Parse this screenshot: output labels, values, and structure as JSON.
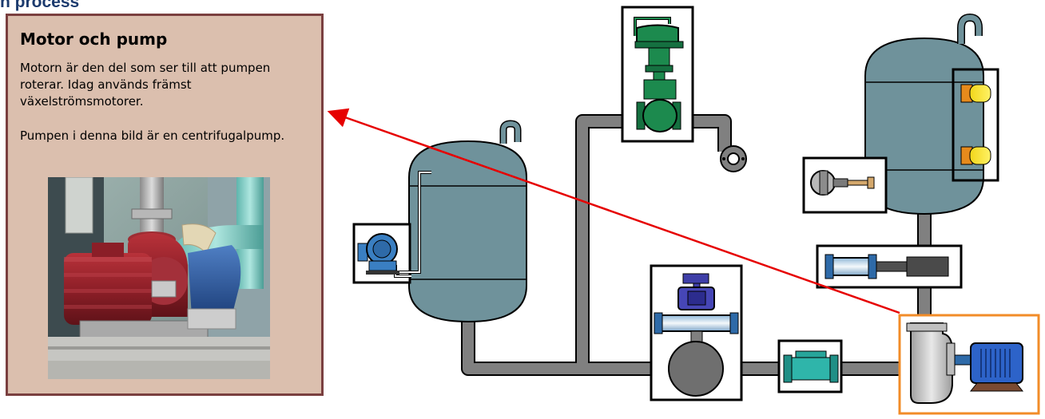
{
  "header": {
    "title": "n process"
  },
  "info_panel": {
    "heading": "Motor och pump",
    "paragraph_1": "Motorn är den del som ser till att pumpen roterar. Idag används främst växelströmsmotorer.",
    "paragraph_2": "Pumpen i denna bild är en centrifugalpump."
  },
  "photo": {
    "subject": "centrifugal pump with red electric motor",
    "icon": "pump-photo"
  },
  "diagram": {
    "components": [
      "level-gauge",
      "control-valve",
      "manual-valve-flowmeter",
      "inline-flowmeter",
      "level-switches",
      "temperature-sensor",
      "pipe-hydraulic-valve",
      "motor-and-pump"
    ],
    "colors": {
      "tank": "#6f929b",
      "pipe": "#808080",
      "highlight_frame": "#f28c28",
      "pointer_arrow": "#e60000",
      "panel_bg": "#dbbfae",
      "panel_border": "#7a3f3f",
      "title": "#1c3b6e"
    }
  }
}
